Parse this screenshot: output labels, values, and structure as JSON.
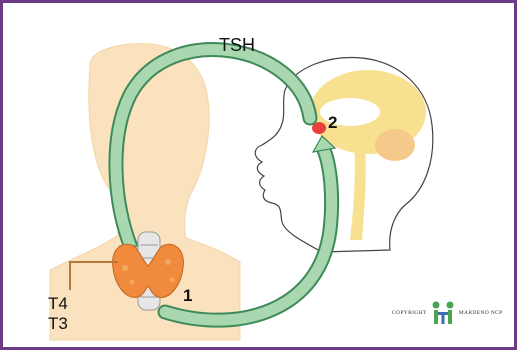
{
  "labels": {
    "tsh": "TSH",
    "pituitary_number": "2",
    "thyroid_number": "1",
    "t4": "T4",
    "t3": "T3"
  },
  "copyright": {
    "left": "COPYRIGHT",
    "right": "MARDENO NCP"
  },
  "colors": {
    "frame": "#6d3a86",
    "skin": "#f9e2bd",
    "arrow_fill": "#a9d8b0",
    "arrow_stroke": "#3f8a5a",
    "thyroid": "#f08a3c",
    "pituitary": "#e8413c",
    "brain": "#f7e08f",
    "logo": "#4aa44f"
  }
}
